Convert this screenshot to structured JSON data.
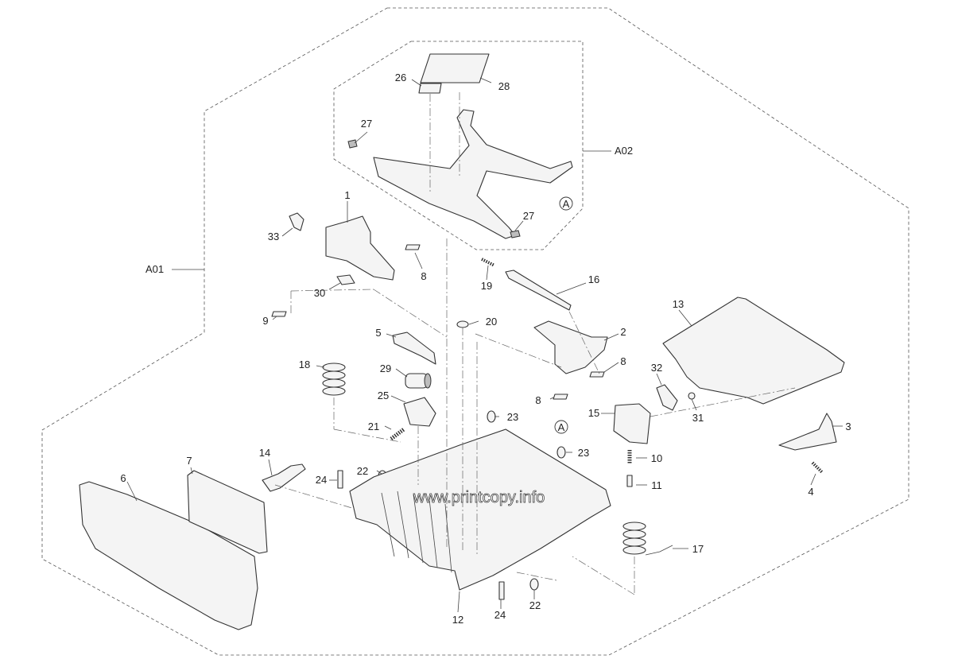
{
  "watermark": "www.printcopy.info",
  "assemblies": {
    "a01": "A01",
    "a02": "A02"
  },
  "reference_mark": "A",
  "callouts": [
    "1",
    "2",
    "3",
    "4",
    "5",
    "6",
    "7",
    "8",
    "9",
    "10",
    "11",
    "12",
    "13",
    "14",
    "15",
    "16",
    "17",
    "18",
    "19",
    "20",
    "21",
    "22",
    "23",
    "24",
    "25",
    "26",
    "27",
    "28",
    "29",
    "30",
    "31",
    "32",
    "33"
  ]
}
